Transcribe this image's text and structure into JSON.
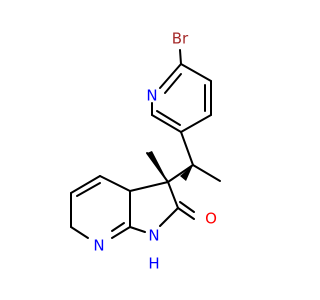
{
  "molecule": {
    "atoms": {
      "bromine": "Br",
      "pyridine_n": "N",
      "ring_n": "N",
      "nh_n": "N",
      "nh_h": "H",
      "carbonyl_o": "O"
    },
    "colors": {
      "bromine": "#a52a2a",
      "nitrogen": "#0000ff",
      "oxygen": "#ff0000",
      "bond": "#000000"
    }
  }
}
